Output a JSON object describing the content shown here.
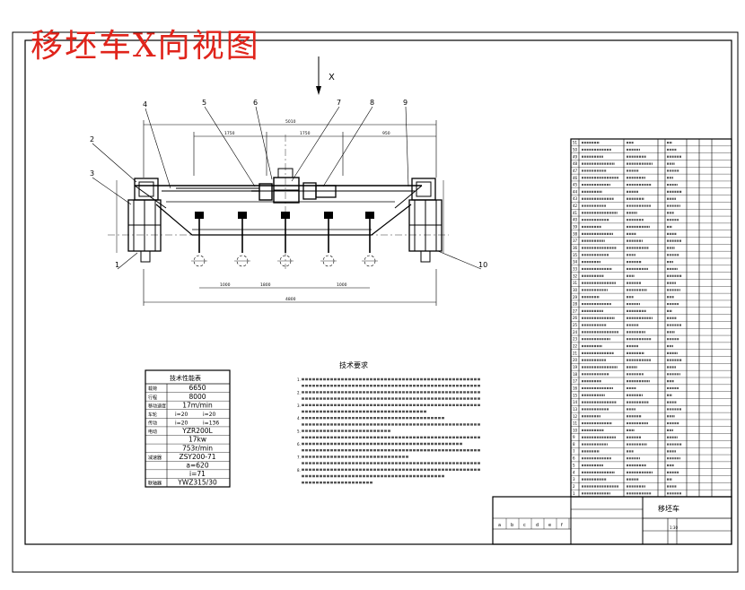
{
  "overlay_title": "移坯车X向视图",
  "view_arrow_label": "X",
  "balloons": [
    "1",
    "2",
    "3",
    "4",
    "5",
    "6",
    "7",
    "8",
    "9",
    "10"
  ],
  "dims": {
    "top_overall": "5010",
    "seg_1": "1750",
    "seg_2": "1750",
    "seg_3": "950",
    "bottom_1": "1000",
    "bottom_2": "1000",
    "bottom_total": "4800",
    "bottom_mid": "1800"
  },
  "tech_params": {
    "title": "技术性能表",
    "rows": [
      {
        "label": "载荷",
        "value": "6650"
      },
      {
        "label": "行程",
        "value": "8000"
      },
      {
        "label": "移动速度",
        "value": "17m/min"
      },
      {
        "label": "车轮",
        "left": "i=20",
        "right": "i=20"
      },
      {
        "label": "传动",
        "left": "i=20",
        "right": "i=136"
      },
      {
        "label": "电动",
        "value": "YZR200L"
      },
      {
        "label": "",
        "value": "17kw"
      },
      {
        "label": "",
        "value": "753r/min"
      },
      {
        "label": "减速器",
        "value": "ZSY200-71"
      },
      {
        "label": "",
        "value": "a=620"
      },
      {
        "label": "",
        "value": "i=71"
      },
      {
        "label": "联轴器",
        "value": "YWZ315/30"
      }
    ]
  },
  "tech_req": {
    "title": "技术要求",
    "items": [
      "1.",
      "2.",
      "3.",
      "4.",
      "5.",
      "6.",
      "7.",
      "8."
    ]
  },
  "title_block": {
    "name": "移坯车",
    "scale": "1:30",
    "rev_cols": [
      "a",
      "b",
      "c",
      "d",
      "e",
      "f"
    ]
  },
  "bom_row_count": 51
}
